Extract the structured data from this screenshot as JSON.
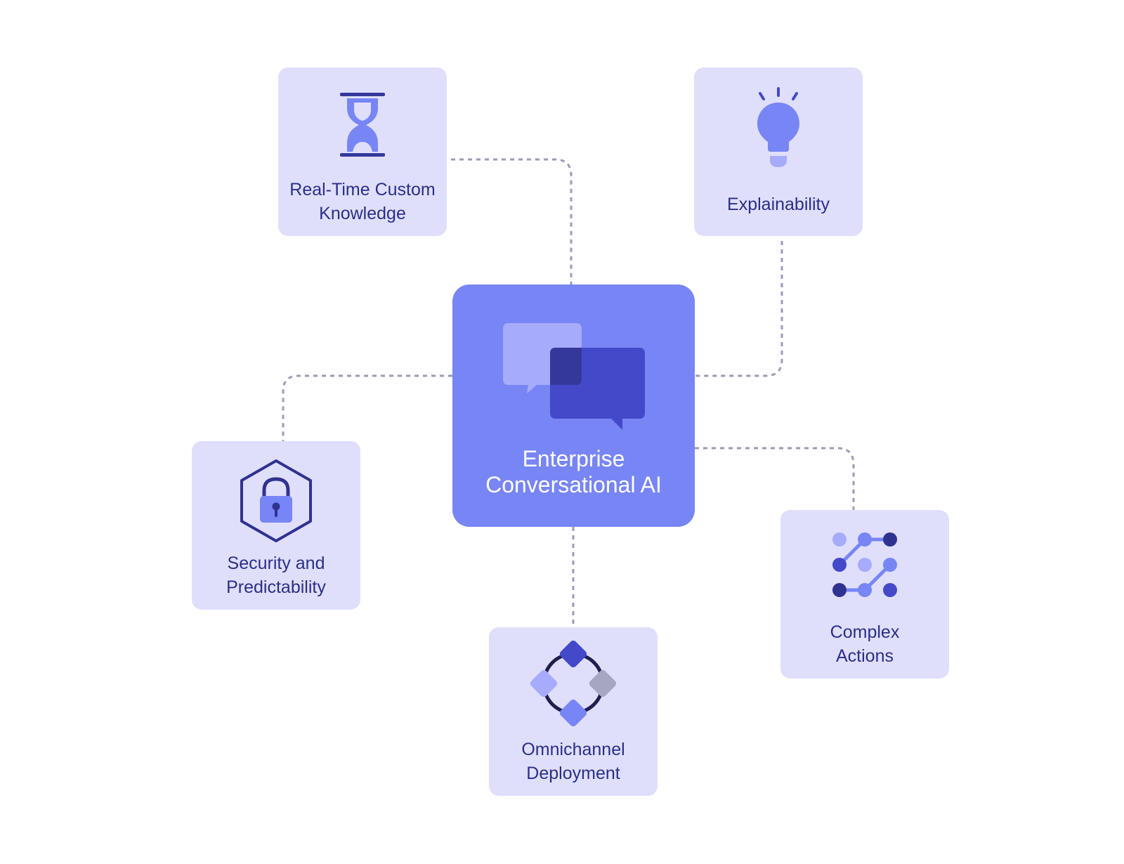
{
  "diagram": {
    "hub": {
      "title": "Enterprise\nConversational AI",
      "icon": "chat-bubbles-icon"
    },
    "nodes": {
      "realtime": {
        "label": "Real-Time Custom\nKnowledge",
        "icon": "hourglass-icon"
      },
      "explainability": {
        "label": "Explainability",
        "icon": "lightbulb-icon"
      },
      "security": {
        "label": "Security and\nPredictability",
        "icon": "lock-hexagon-icon"
      },
      "omnichannel": {
        "label": "Omnichannel\nDeployment",
        "icon": "diamond-ring-icon"
      },
      "complex": {
        "label": "Complex\nActions",
        "icon": "node-graph-icon"
      }
    },
    "colors": {
      "card_bg": "#dfdffc",
      "hub_bg": "#7785f5",
      "text_dark": "#2b2e86",
      "connector": "#9b9bb8"
    }
  }
}
